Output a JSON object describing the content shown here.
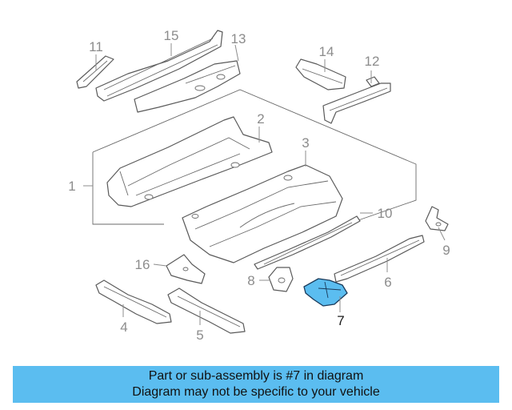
{
  "callouts": {
    "c1": "1",
    "c2": "2",
    "c3": "3",
    "c4": "4",
    "c5": "5",
    "c6": "6",
    "c7": "7",
    "c8": "8",
    "c9": "9",
    "c10": "10",
    "c11": "11",
    "c12": "12",
    "c13": "13",
    "c14": "14",
    "c15": "15",
    "c16": "16"
  },
  "highlight": {
    "part_number": "7",
    "color": "#5bbdf0"
  },
  "banner": {
    "line1": "Part or sub-assembly is #7 in diagram",
    "line2": "Diagram may not be specific to your vehicle",
    "color": "#5bbdf0"
  }
}
